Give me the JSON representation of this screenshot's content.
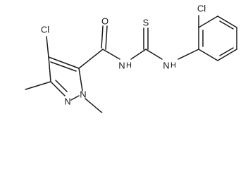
{
  "molecule": {
    "atoms": {
      "cl_pyrazole": "Cl",
      "carbonyl_o": "O",
      "thio_s": "S",
      "cl_phenyl": "Cl",
      "amide_n": "N",
      "amide_h": "H",
      "thiourea_n": "N",
      "thiourea_h": "H",
      "pyrazole_n2": "N",
      "pyrazole_n1": "N"
    }
  }
}
